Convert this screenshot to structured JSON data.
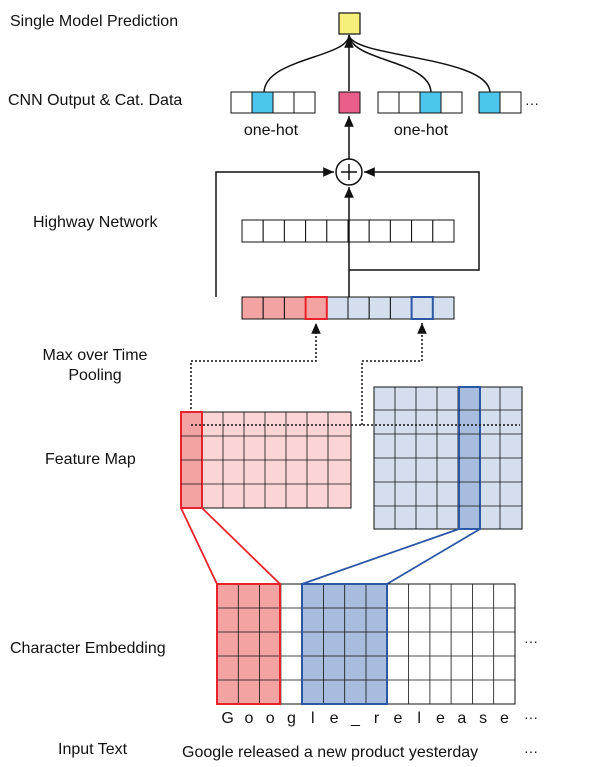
{
  "labels": {
    "single_model_prediction": "Single Model Prediction",
    "cnn_output": "CNN Output & Cat. Data",
    "highway_network": "Highway Network",
    "max_over_time_line1": "Max over Time",
    "max_over_time_line2": "Pooling",
    "feature_map": "Feature Map",
    "character_embedding": "Character Embedding",
    "input_text": "Input Text"
  },
  "one_hot_left": "one-hot",
  "one_hot_right": "one-hot",
  "ellipsis": "···",
  "character_sequence": [
    "G",
    "o",
    "o",
    "g",
    "l",
    "e",
    "_",
    "r",
    "e",
    "l",
    "e",
    "a",
    "s",
    "e"
  ],
  "input_sentence": "Google released a new product yesterday",
  "plus_symbol": "+",
  "colors": {
    "red_stroke": "#e8232c",
    "red_fill_light": "#fbd5d5",
    "red_fill_mid": "#f4a3a3",
    "blue_stroke": "#2b57a4",
    "blue_fill_light": "#d4deed",
    "blue_fill_mid": "#a8bcdd",
    "cyan": "#4dc6ec",
    "pink": "#e85d8a",
    "yellow": "#f6f07a",
    "line": "#111111"
  }
}
